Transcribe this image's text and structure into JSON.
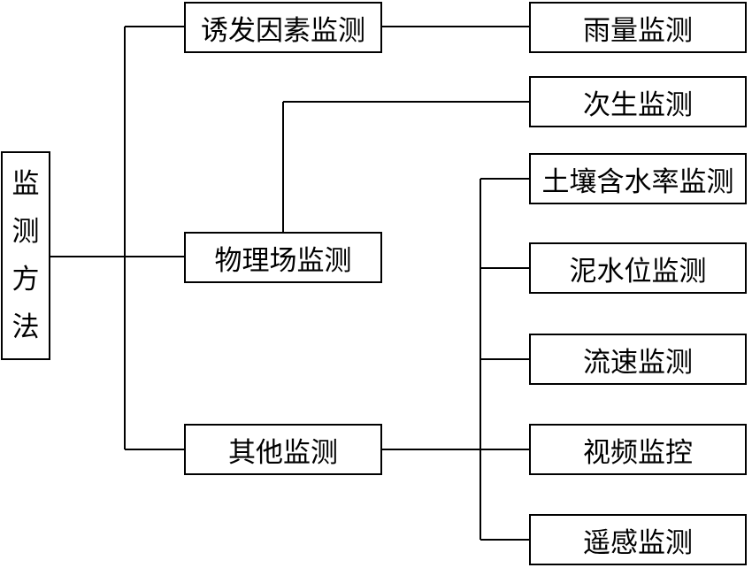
{
  "diagram": {
    "root": {
      "label_chars": [
        "监",
        "测",
        "方",
        "法"
      ]
    },
    "categories": [
      {
        "label": "诱发因素监测",
        "children": [
          "雨量监测"
        ]
      },
      {
        "label": "物理场监测",
        "children": [
          "次生监测"
        ]
      },
      {
        "label": "其他监测",
        "children": [
          "土壤含水率监测",
          "泥水位监测",
          "流速监测",
          "视频监控",
          "遥感监测"
        ]
      }
    ],
    "leaves": [
      "雨量监测",
      "次生监测",
      "土壤含水率监测",
      "泥水位监测",
      "流速监测",
      "视频监控",
      "遥感监测"
    ]
  }
}
